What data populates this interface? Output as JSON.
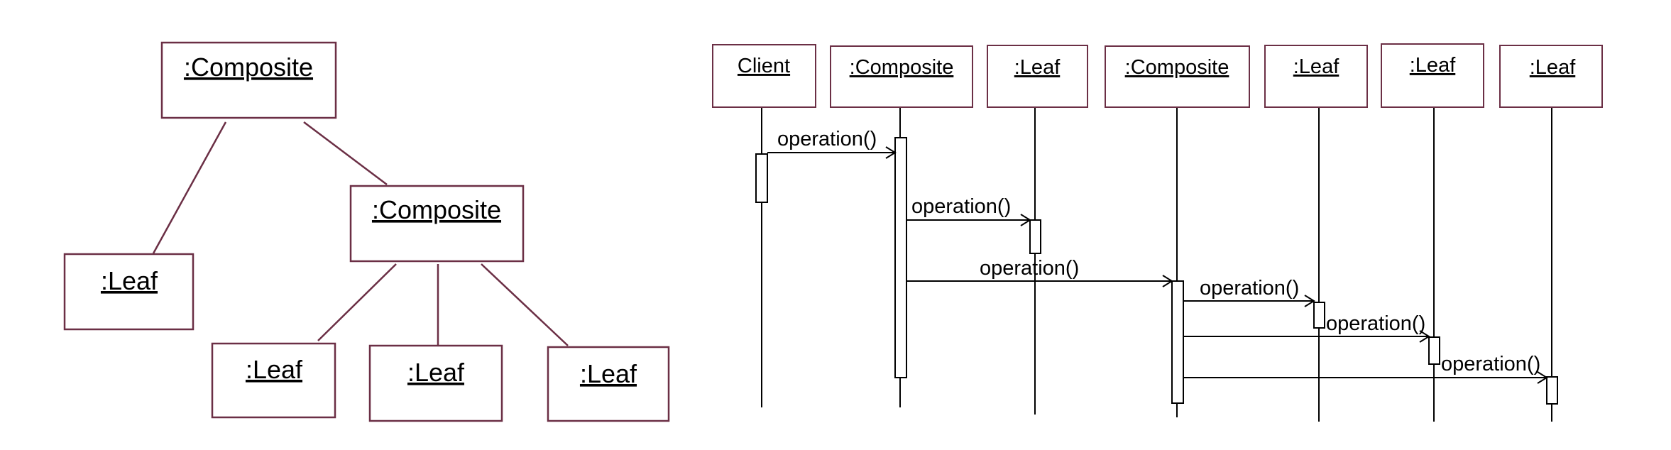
{
  "object_diagram": {
    "nodes": [
      {
        "label": ":Composite"
      },
      {
        "label": ":Leaf"
      },
      {
        "label": ":Composite"
      },
      {
        "label": ":Leaf"
      },
      {
        "label": ":Leaf"
      },
      {
        "label": ":Leaf"
      }
    ],
    "line_color": "#6b2f45"
  },
  "sequence_diagram": {
    "lifelines": [
      {
        "label": "Client"
      },
      {
        "label": ":Composite"
      },
      {
        "label": ":Leaf"
      },
      {
        "label": ":Composite"
      },
      {
        "label": ":Leaf"
      },
      {
        "label": ":Leaf"
      },
      {
        "label": ":Leaf"
      }
    ],
    "messages": [
      {
        "label": "operation()"
      },
      {
        "label": "operation()"
      },
      {
        "label": "operation()"
      },
      {
        "label": "operation()"
      },
      {
        "label": "operation()"
      },
      {
        "label": "operation()"
      }
    ],
    "box_border_color": "#6b2f45"
  }
}
